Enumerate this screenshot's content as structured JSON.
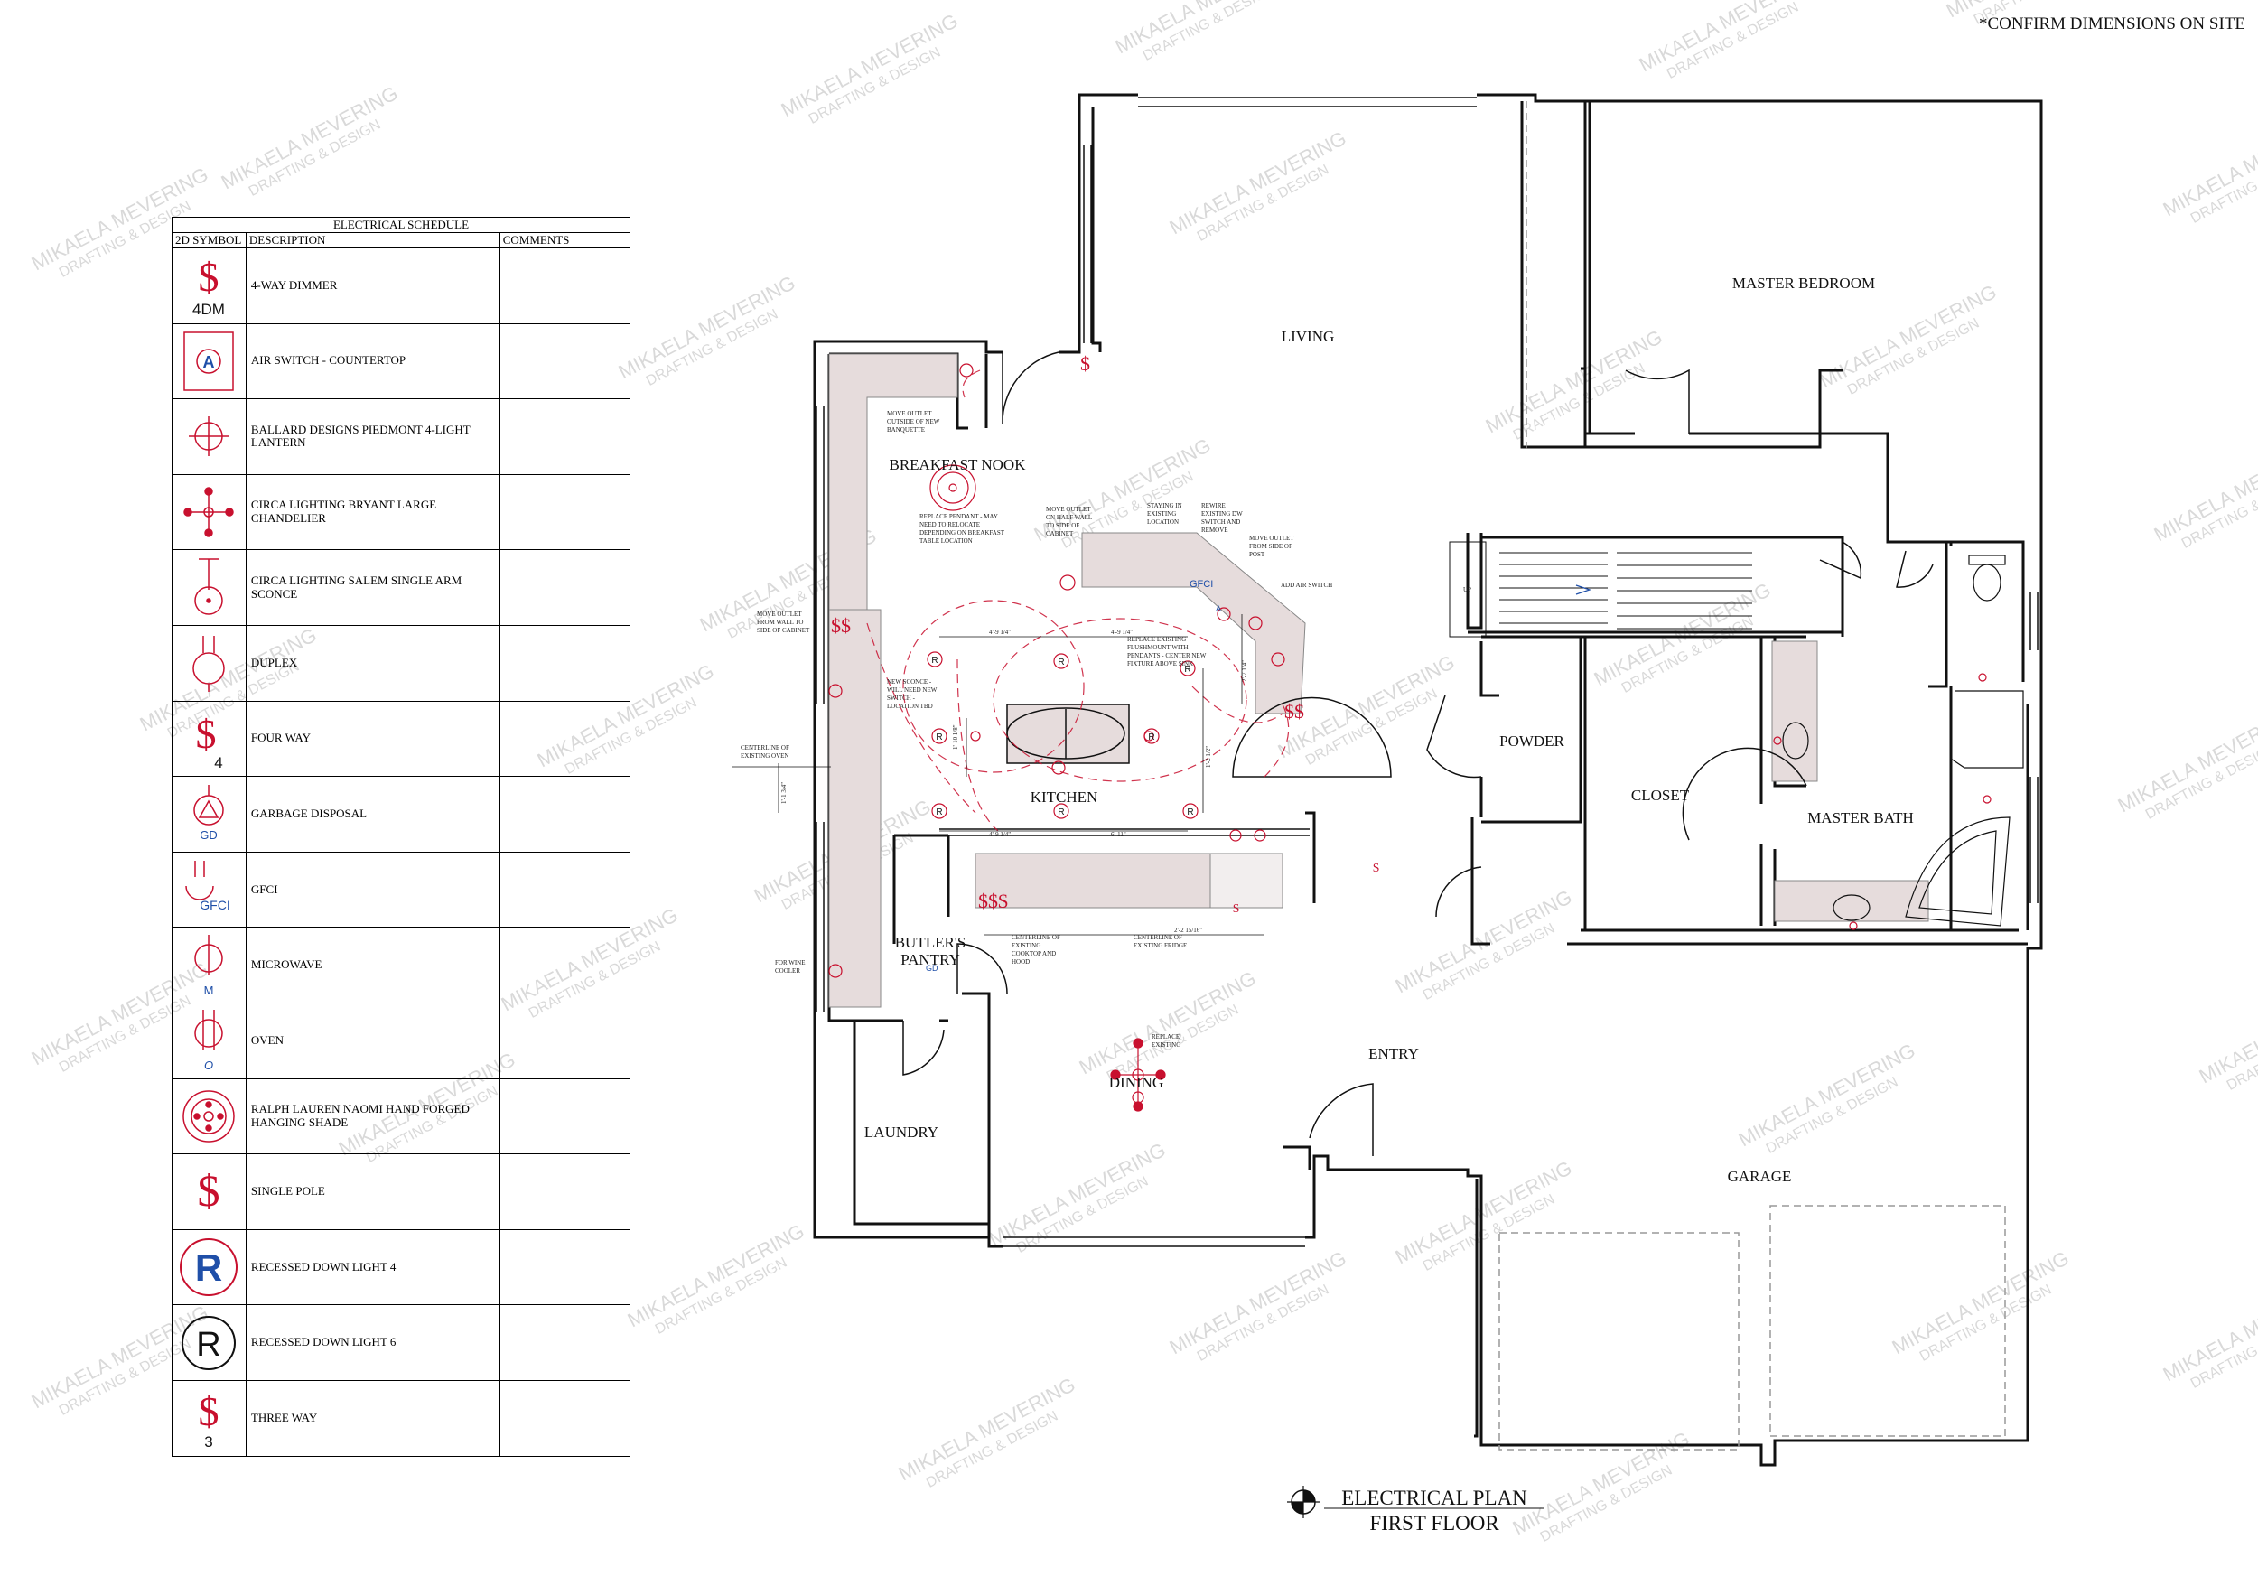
{
  "sheet": {
    "confirm_note": "*CONFIRM DIMENSIONS ON SITE",
    "title_line1": "ELECTRICAL PLAN",
    "title_line2": "FIRST FLOOR",
    "watermark_line1": "MIKAELA MEVERING",
    "watermark_line2": "DRAFTING & DESIGN"
  },
  "schedule": {
    "title": "ELECTRICAL SCHEDULE",
    "columns": [
      "2D SYMBOL",
      "DESCRIPTION",
      "COMMENTS"
    ],
    "rows": [
      {
        "symbol_icon": "dimmer-switch-icon",
        "symbol_text": "4DM",
        "description": "4-WAY DIMMER",
        "comments": ""
      },
      {
        "symbol_icon": "air-switch-icon",
        "symbol_text": "A",
        "description": "AIR SWITCH - COUNTERTOP",
        "comments": ""
      },
      {
        "symbol_icon": "lantern-icon",
        "symbol_text": "",
        "description": "BALLARD DESIGNS PIEDMONT 4-LIGHT LANTERN",
        "comments": ""
      },
      {
        "symbol_icon": "chandelier-icon",
        "symbol_text": "",
        "description": "CIRCA LIGHTING BRYANT LARGE CHANDELIER",
        "comments": ""
      },
      {
        "symbol_icon": "sconce-icon",
        "symbol_text": "",
        "description": "CIRCA LIGHTING SALEM SINGLE ARM SCONCE",
        "comments": ""
      },
      {
        "symbol_icon": "duplex-outlet-icon",
        "symbol_text": "",
        "description": "DUPLEX",
        "comments": ""
      },
      {
        "symbol_icon": "four-way-switch-icon",
        "symbol_text": "4",
        "description": "FOUR WAY",
        "comments": ""
      },
      {
        "symbol_icon": "garbage-disposal-icon",
        "symbol_text": "GD",
        "description": "GARBAGE DISPOSAL",
        "comments": ""
      },
      {
        "symbol_icon": "gfci-outlet-icon",
        "symbol_text": "GFCI",
        "description": "GFCI",
        "comments": ""
      },
      {
        "symbol_icon": "microwave-outlet-icon",
        "symbol_text": "M",
        "description": "MICROWAVE",
        "comments": ""
      },
      {
        "symbol_icon": "oven-outlet-icon",
        "symbol_text": "O",
        "description": "OVEN",
        "comments": ""
      },
      {
        "symbol_icon": "hanging-shade-icon",
        "symbol_text": "",
        "description": "RALPH LAUREN NAOMI HAND FORGED HANGING SHADE",
        "comments": ""
      },
      {
        "symbol_icon": "single-pole-switch-icon",
        "symbol_text": "",
        "description": "SINGLE POLE",
        "comments": ""
      },
      {
        "symbol_icon": "recessed-light-4-icon",
        "symbol_text": "R",
        "description": "RECESSED DOWN LIGHT 4",
        "comments": ""
      },
      {
        "symbol_icon": "recessed-light-6-icon",
        "symbol_text": "R",
        "description": "RECESSED DOWN LIGHT 6",
        "comments": ""
      },
      {
        "symbol_icon": "three-way-switch-icon",
        "symbol_text": "3",
        "description": "THREE WAY",
        "comments": ""
      }
    ]
  },
  "rooms": {
    "living": "LIVING",
    "master_bedroom": "MASTER BEDROOM",
    "breakfast_nook": "BREAKFAST NOOK",
    "kitchen": "KITCHEN",
    "butlers_pantry_1": "BUTLER'S",
    "butlers_pantry_2": "PANTRY",
    "laundry": "LAUNDRY",
    "dining": "DINING",
    "entry": "ENTRY",
    "powder": "POWDER",
    "closet": "CLOSET",
    "master_bath": "MASTER BATH",
    "garage": "GARAGE"
  },
  "annotations": {
    "move_outlet_banquette": [
      "MOVE OUTLET",
      "OUTSIDE OF NEW",
      "BANQUETTE"
    ],
    "replace_pendant": [
      "REPLACE PENDANT - MAY",
      "NEED TO RELOCATE",
      "DEPENDING ON BREAKFAST",
      "TABLE LOCATION"
    ],
    "move_outlet_half_wall": [
      "MOVE OUTLET",
      "ON HALF WALL",
      "TO SIDE OF",
      "CABINET"
    ],
    "staying_existing": [
      "STAYING IN",
      "EXISTING",
      "LOCATION"
    ],
    "rewire_dw_switch": [
      "REWIRE",
      "EXISTING DW",
      "SWITCH AND",
      "REMOVE"
    ],
    "move_outlet_post": [
      "MOVE OUTLET",
      "FROM SIDE OF",
      "POST"
    ],
    "add_air_switch": [
      "ADD AIR SWITCH"
    ],
    "move_outlet_wall_cabinet": [
      "MOVE OUTLET",
      "FROM WALL TO",
      "SIDE OF CABINET"
    ],
    "replace_flushmount": [
      "REPLACE EXISTING",
      "FLUSHMOUNT WITH",
      "PENDANTS - CENTER NEW",
      "FIXTURE ABOVE SINK"
    ],
    "new_sconce": [
      "NEW SCONCE -",
      "WILL NEED NEW",
      "SWITCH -",
      "LOCATION TBD"
    ],
    "centerline_oven": [
      "CENTERLINE OF",
      "EXISTING OVEN"
    ],
    "centerline_cooktop": [
      "CENTERLINE OF",
      "EXISTING",
      "COOKTOP AND",
      "HOOD"
    ],
    "centerline_fridge": [
      "CENTERLINE OF",
      "EXISTING FRIDGE"
    ],
    "wine_cooler": [
      "FOR WINE",
      "COOLER"
    ],
    "replace_existing": [
      "REPLACE",
      "EXISTING"
    ],
    "up": "UP"
  },
  "dimensions": {
    "d1": "4'-9 1/4\"",
    "d2": "4'-9 1/4\"",
    "d3": "4'-9 1/4\"",
    "d4": "1'-10 1/8\"",
    "d5": "1'-2 1/2\"",
    "d6": "2'-7 1/4\"",
    "d7": "2'-2 15/16\"",
    "d8": "1'-1 3/4\"",
    "d9": "6'-11\""
  },
  "colors": {
    "wall": "#111111",
    "electrical": "#c8102e",
    "accent_blue": "#1f4fa8",
    "counter_fill": "#e6dcdc",
    "watermark": "#d9d9d9"
  }
}
